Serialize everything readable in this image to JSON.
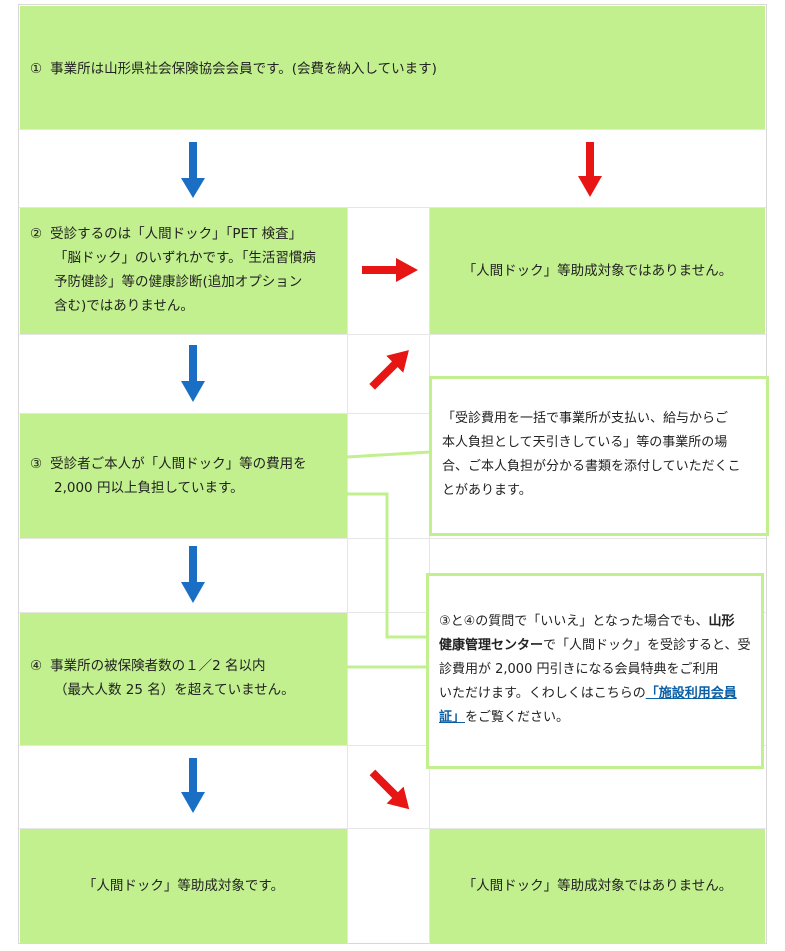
{
  "step1": {
    "num": "①",
    "text": "事業所は山形県社会保険協会会員です。(会費を納入しています)"
  },
  "step2": {
    "num": "②",
    "line1": "受診するのは「人間ドック」「PET 検査」",
    "line2": "「脳ドック」のいずれかです。「生活習慣病",
    "line3": "予防健診」等の健康診断(追加オプション",
    "line4": "含む)ではありません。"
  },
  "result_not1": "「人間ドック」等助成対象ではありません。",
  "step3": {
    "num": "③",
    "line1": "受診者ご本人が「人間ドック」等の費用を",
    "line2": "2,000 円以上負担しています。"
  },
  "callout1": {
    "line1": "「受診費用を一括で事業所が支払い、給与からご",
    "line2": "本人負担として天引きしている」等の事業所の場",
    "line3": "合、ご本人負担が分かる書類を添付していただくこ",
    "line4": "とがあります。"
  },
  "step4": {
    "num": "④",
    "line1": "事業所の被保険者数の１／2 名以内",
    "line2": "（最大人数 25 名）を超えていません。"
  },
  "callout2": {
    "p1": "③と④の質問で「いいえ」となった場合でも、",
    "b1": "山形",
    "b2": "健康管理センター",
    "p2": "で「人間ドック」を受診すると、受",
    "p3": "診費用が 2,000 円引きになる会員特典をご利用",
    "p4": "いただけます。くわしくはこちらの",
    "link1": "「施設利用会員",
    "link2": "証」",
    "p5": "をご覧ください。"
  },
  "result_yes": "「人間ドック」等助成対象です。",
  "result_not2": "「人間ドック」等助成対象ではありません。",
  "colors": {
    "green": "#c2f08e",
    "blue_arrow": "#1a6fc4",
    "red_arrow": "#e81515"
  }
}
